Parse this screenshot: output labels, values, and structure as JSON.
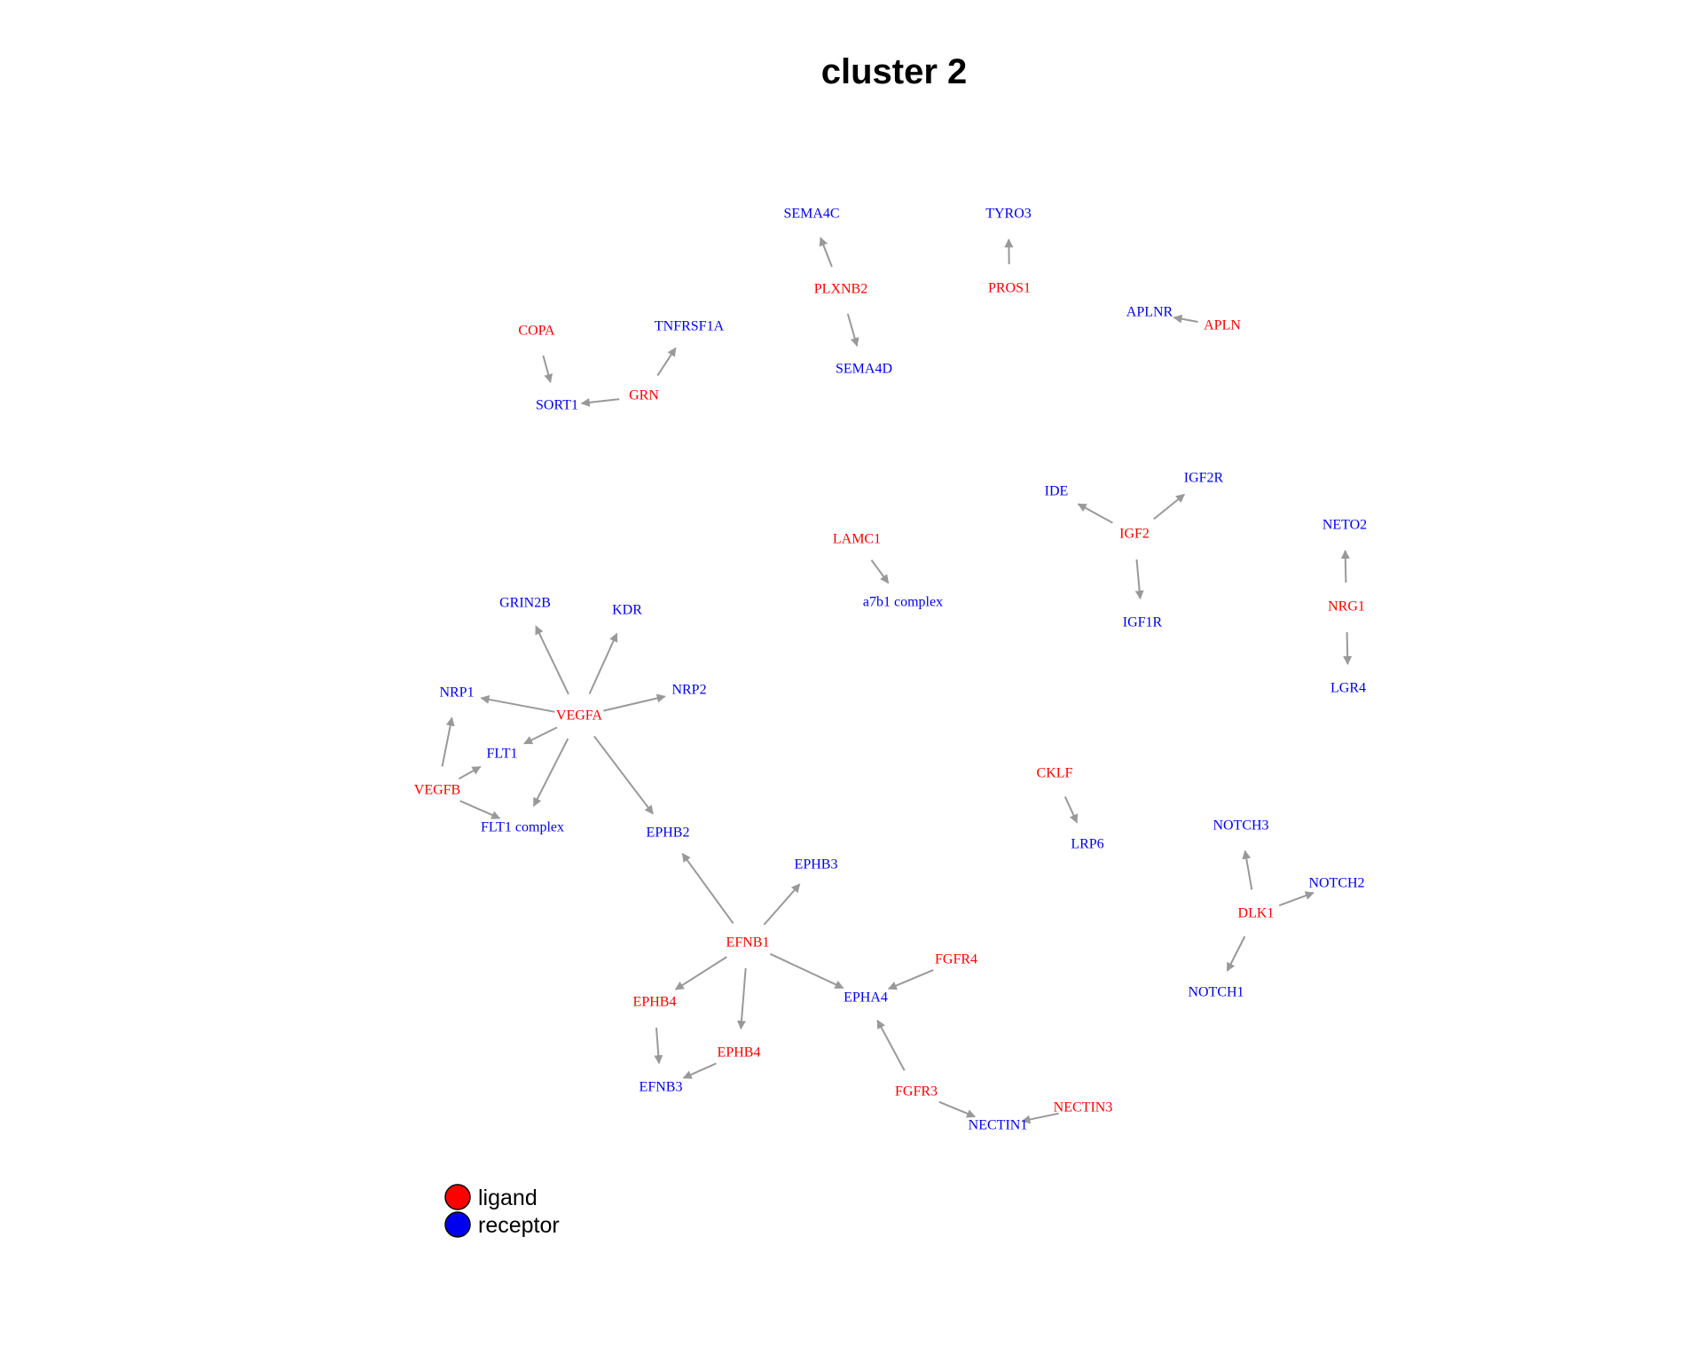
{
  "title": "cluster 2",
  "colors": {
    "ligand": "#ff0000",
    "receptor": "#0000ee",
    "edge": "#999999"
  },
  "legend": [
    {
      "label": "ligand",
      "role": "ligand"
    },
    {
      "label": "receptor",
      "role": "receptor"
    }
  ],
  "nodes": [
    {
      "id": "SEMA4C",
      "role": "receptor"
    },
    {
      "id": "TYRO3",
      "role": "receptor"
    },
    {
      "id": "PLXNB2",
      "role": "ligand"
    },
    {
      "id": "PROS1",
      "role": "ligand"
    },
    {
      "id": "APLNR",
      "role": "receptor"
    },
    {
      "id": "APLN",
      "role": "ligand"
    },
    {
      "id": "COPA",
      "role": "ligand"
    },
    {
      "id": "TNFRSF1A",
      "role": "receptor"
    },
    {
      "id": "SEMA4D",
      "role": "receptor"
    },
    {
      "id": "SORT1",
      "role": "receptor"
    },
    {
      "id": "GRN",
      "role": "ligand"
    },
    {
      "id": "IDE",
      "role": "receptor"
    },
    {
      "id": "IGF2R",
      "role": "receptor"
    },
    {
      "id": "IGF2",
      "role": "ligand"
    },
    {
      "id": "NETO2",
      "role": "receptor"
    },
    {
      "id": "LAMC1",
      "role": "ligand"
    },
    {
      "id": "a7b1 complex",
      "role": "receptor"
    },
    {
      "id": "NRG1",
      "role": "ligand"
    },
    {
      "id": "IGF1R",
      "role": "receptor"
    },
    {
      "id": "LGR4",
      "role": "receptor"
    },
    {
      "id": "GRIN2B",
      "role": "receptor"
    },
    {
      "id": "KDR",
      "role": "receptor"
    },
    {
      "id": "NRP1",
      "role": "receptor"
    },
    {
      "id": "NRP2",
      "role": "receptor"
    },
    {
      "id": "VEGFA",
      "role": "ligand"
    },
    {
      "id": "FLT1",
      "role": "receptor"
    },
    {
      "id": "VEGFB",
      "role": "ligand"
    },
    {
      "id": "FLT1 complex",
      "role": "receptor"
    },
    {
      "id": "EPHB2",
      "role": "receptor"
    },
    {
      "id": "CKLF",
      "role": "ligand"
    },
    {
      "id": "LRP6",
      "role": "receptor"
    },
    {
      "id": "NOTCH3",
      "role": "receptor"
    },
    {
      "id": "EPHB3",
      "role": "receptor"
    },
    {
      "id": "NOTCH2",
      "role": "receptor"
    },
    {
      "id": "DLK1",
      "role": "ligand"
    },
    {
      "id": "EFNB1",
      "role": "ligand"
    },
    {
      "id": "FGFR4",
      "role": "ligand"
    },
    {
      "id": "NOTCH1",
      "role": "receptor"
    },
    {
      "id": "EPHB4",
      "role": "ligand",
      "key": "EPHB4_a"
    },
    {
      "id": "EPHA4",
      "role": "receptor"
    },
    {
      "id": "EPHB4",
      "role": "ligand",
      "key": "EPHB4_b"
    },
    {
      "id": "EFNB3",
      "role": "receptor"
    },
    {
      "id": "FGFR3",
      "role": "ligand"
    },
    {
      "id": "NECTIN3",
      "role": "ligand"
    },
    {
      "id": "NECTIN1",
      "role": "receptor"
    }
  ],
  "edges": [
    [
      "PLXNB2",
      "SEMA4C"
    ],
    [
      "PLXNB2",
      "SEMA4D"
    ],
    [
      "PROS1",
      "TYRO3"
    ],
    [
      "APLN",
      "APLNR"
    ],
    [
      "COPA",
      "SORT1"
    ],
    [
      "GRN",
      "SORT1"
    ],
    [
      "GRN",
      "TNFRSF1A"
    ],
    [
      "IGF2",
      "IDE"
    ],
    [
      "IGF2",
      "IGF2R"
    ],
    [
      "IGF2",
      "IGF1R"
    ],
    [
      "LAMC1",
      "a7b1 complex"
    ],
    [
      "NRG1",
      "NETO2"
    ],
    [
      "NRG1",
      "LGR4"
    ],
    [
      "VEGFA",
      "GRIN2B"
    ],
    [
      "VEGFA",
      "KDR"
    ],
    [
      "VEGFA",
      "NRP1"
    ],
    [
      "VEGFA",
      "NRP2"
    ],
    [
      "VEGFA",
      "FLT1"
    ],
    [
      "VEGFA",
      "FLT1 complex"
    ],
    [
      "VEGFA",
      "EPHB2"
    ],
    [
      "VEGFB",
      "NRP1"
    ],
    [
      "VEGFB",
      "FLT1"
    ],
    [
      "VEGFB",
      "FLT1 complex"
    ],
    [
      "CKLF",
      "LRP6"
    ],
    [
      "DLK1",
      "NOTCH3"
    ],
    [
      "DLK1",
      "NOTCH2"
    ],
    [
      "DLK1",
      "NOTCH1"
    ],
    [
      "EFNB1",
      "EPHB2"
    ],
    [
      "EFNB1",
      "EPHB3"
    ],
    [
      "EFNB1",
      "EPHB4_a"
    ],
    [
      "EFNB1",
      "EPHB4_b"
    ],
    [
      "EFNB1",
      "EPHA4"
    ],
    [
      "FGFR4",
      "EPHA4"
    ],
    [
      "FGFR3",
      "EPHA4"
    ],
    [
      "EPHB4_a",
      "EFNB3"
    ],
    [
      "EPHB4_b",
      "EFNB3"
    ],
    [
      "FGFR3",
      "NECTIN1"
    ],
    [
      "NECTIN3",
      "NECTIN1"
    ]
  ]
}
